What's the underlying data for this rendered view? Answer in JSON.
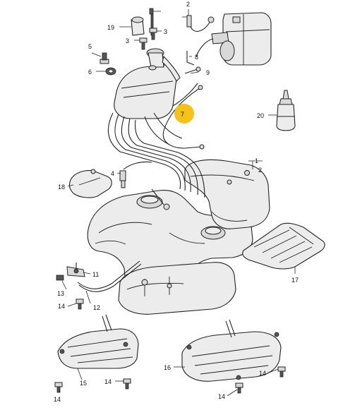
{
  "diagram": {
    "callouts": [
      {
        "id": "c1",
        "text": "1"
      },
      {
        "id": "c2",
        "text": "2"
      },
      {
        "id": "c2b",
        "text": "2"
      },
      {
        "id": "c3a",
        "text": "3"
      },
      {
        "id": "c3b",
        "text": "3"
      },
      {
        "id": "c4",
        "text": "4"
      },
      {
        "id": "c5",
        "text": "5"
      },
      {
        "id": "c6",
        "text": "6"
      },
      {
        "id": "c7",
        "text": "7"
      },
      {
        "id": "c8",
        "text": "8"
      },
      {
        "id": "c9",
        "text": "9"
      },
      {
        "id": "c11",
        "text": "11"
      },
      {
        "id": "c12",
        "text": "12"
      },
      {
        "id": "c13",
        "text": "13"
      },
      {
        "id": "c14a",
        "text": "14"
      },
      {
        "id": "c14b",
        "text": "14"
      },
      {
        "id": "c14c",
        "text": "14"
      },
      {
        "id": "c14d",
        "text": "14"
      },
      {
        "id": "c14e",
        "text": "14"
      },
      {
        "id": "c15",
        "text": "15"
      },
      {
        "id": "c16",
        "text": "16"
      },
      {
        "id": "c17",
        "text": "17"
      },
      {
        "id": "c18",
        "text": "18"
      },
      {
        "id": "c19",
        "text": "19"
      },
      {
        "id": "c20",
        "text": "20"
      }
    ],
    "highlight_color": "#f5c21a",
    "line_color": "#222222"
  }
}
